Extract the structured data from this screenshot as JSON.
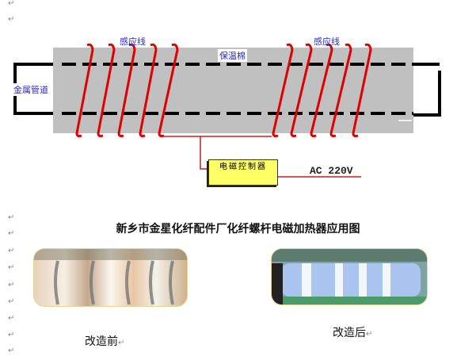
{
  "paragraph_mark": "↵",
  "diagram": {
    "coil_label_left": "感应线",
    "coil_label_right": "感应线",
    "insulation_label": "保温棉",
    "pipe_label": "金属管道",
    "controller_label": "电磁控制器",
    "power_label": "AC  220V",
    "colors": {
      "insulation": "#c0c0c0",
      "coil": "#e00000",
      "pipe": "#000000",
      "controller_fill": "#ffff66",
      "label": "#2a2ad0"
    }
  },
  "title": "新乡市金星化纤配件厂化纤螺杆电磁加热器应用图",
  "photos": [
    {
      "caption": "改造前",
      "description": "before retrofit photo"
    },
    {
      "caption": "改造后",
      "description": "after retrofit photo"
    }
  ]
}
